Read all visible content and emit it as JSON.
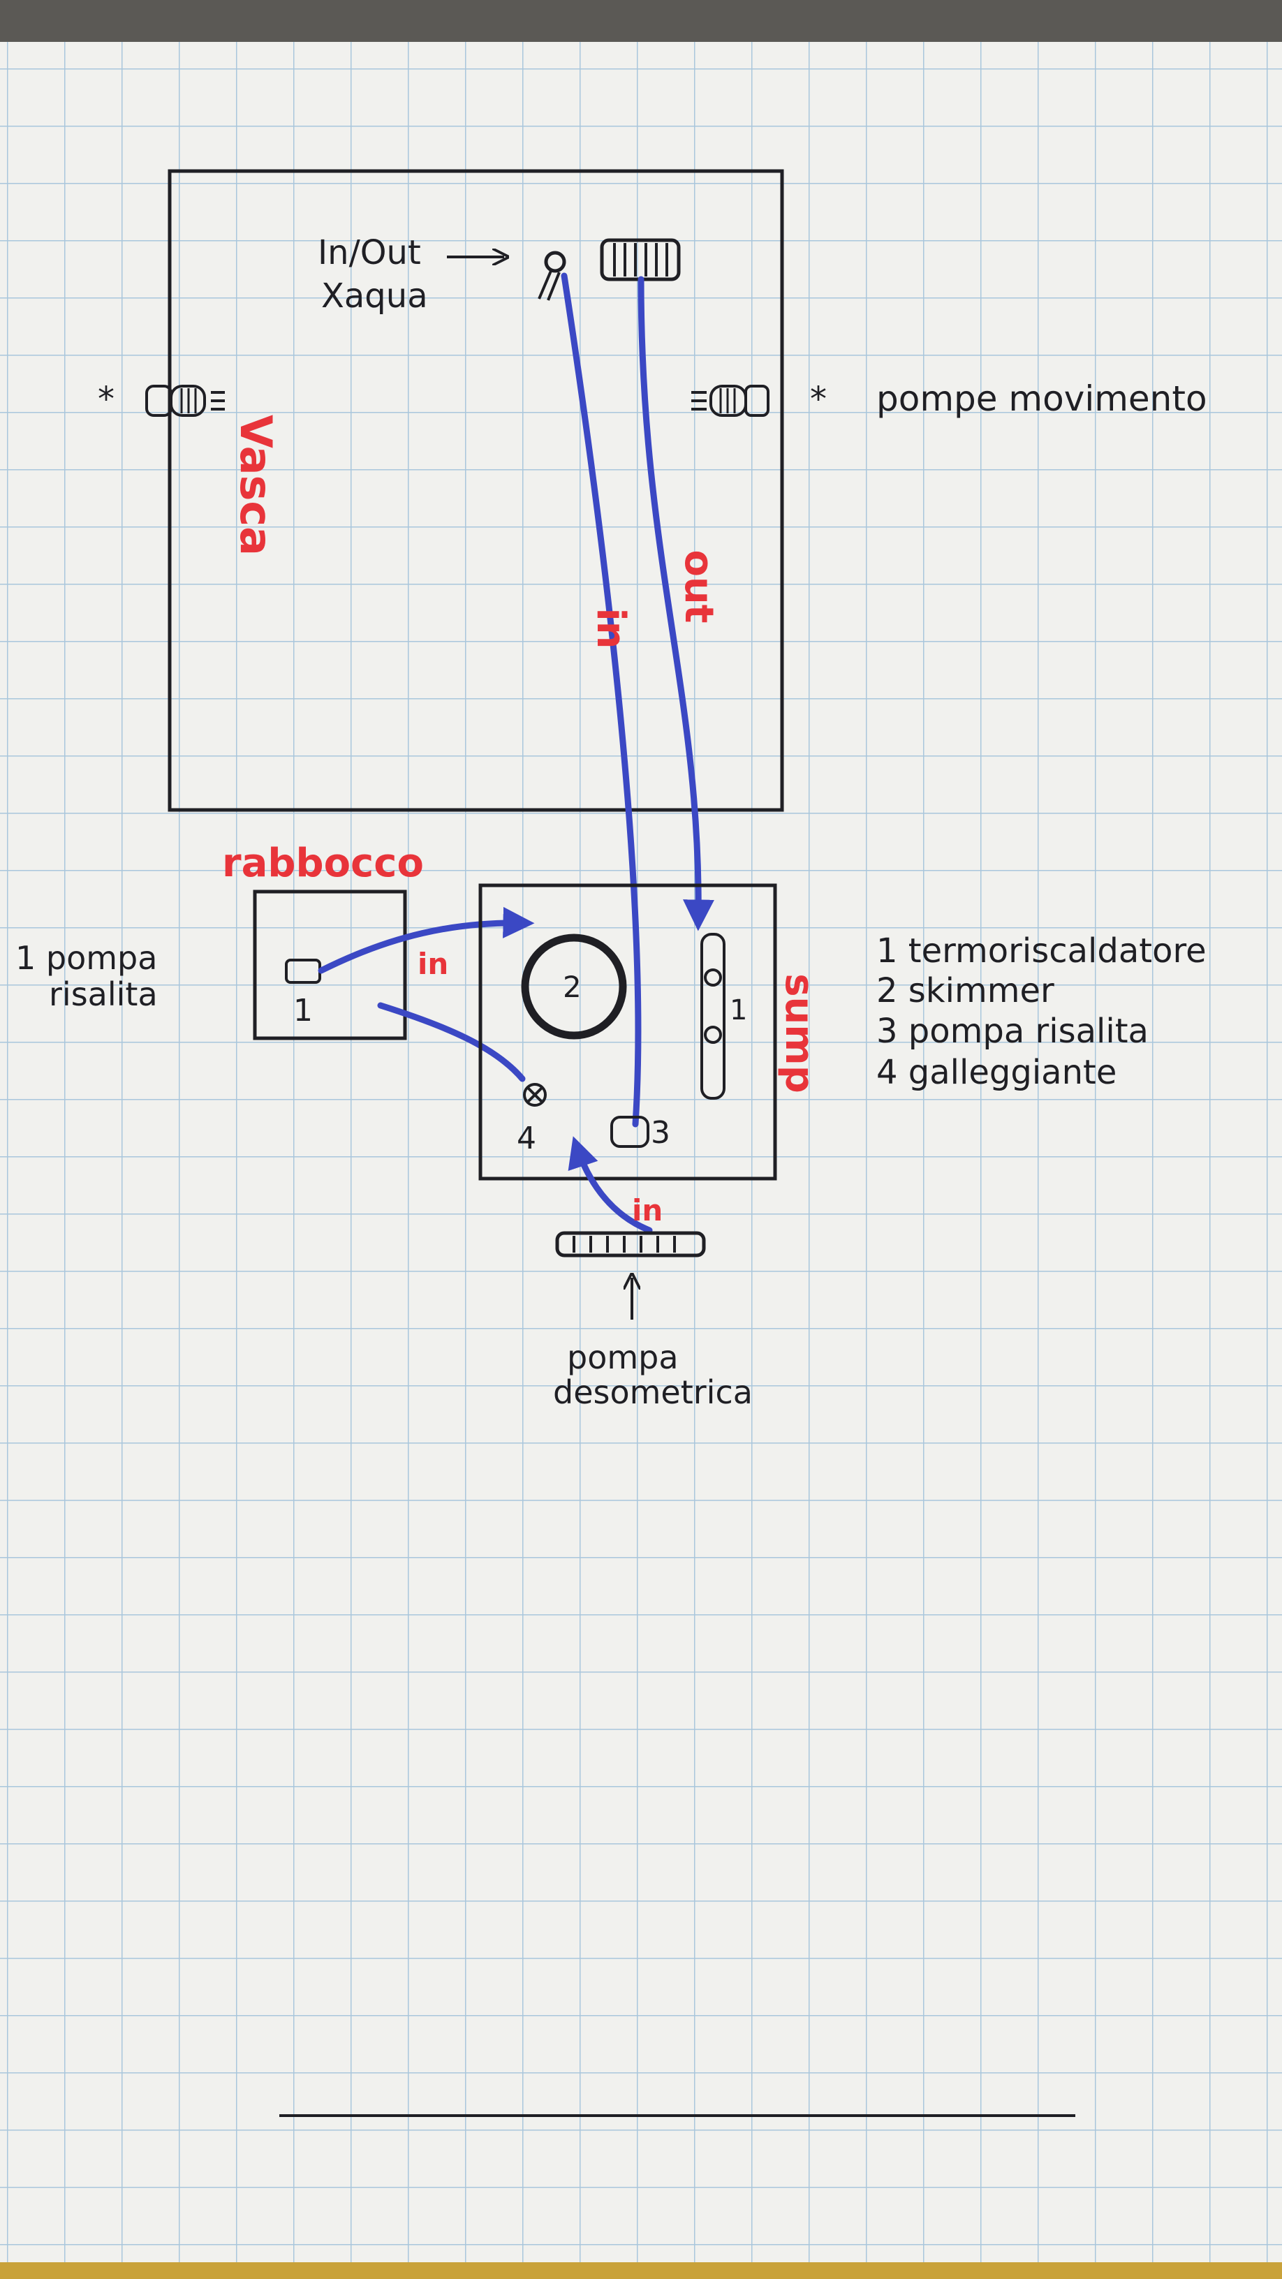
{
  "labels": {
    "inout": "In/Out",
    "xaqua": "Xaqua",
    "pompe_movimento": "pompe movimento",
    "star_symbol": "*",
    "vasca": "Vasca",
    "in": "in",
    "out": "out",
    "rabbocco": "rabbocco",
    "pompa_risalita_line1": "1 pompa",
    "pompa_risalita_line2": "risalita",
    "sump": "sump",
    "num1": "1",
    "num2": "2",
    "num3": "3",
    "num4": "4",
    "pompa_desometrica_line1": "pompa",
    "pompa_desometrica_line2": "desometrica"
  },
  "legend": [
    "1 termoriscaldatore",
    "2 skimmer",
    "3 pompa risalita",
    "4 galleggiante"
  ],
  "colors": {
    "ink_black": "#1f1f24",
    "ink_red": "#e8343a",
    "ink_blue": "#3b48c4",
    "grid": "#a9c6dc",
    "paper": "#f1f1ee"
  }
}
